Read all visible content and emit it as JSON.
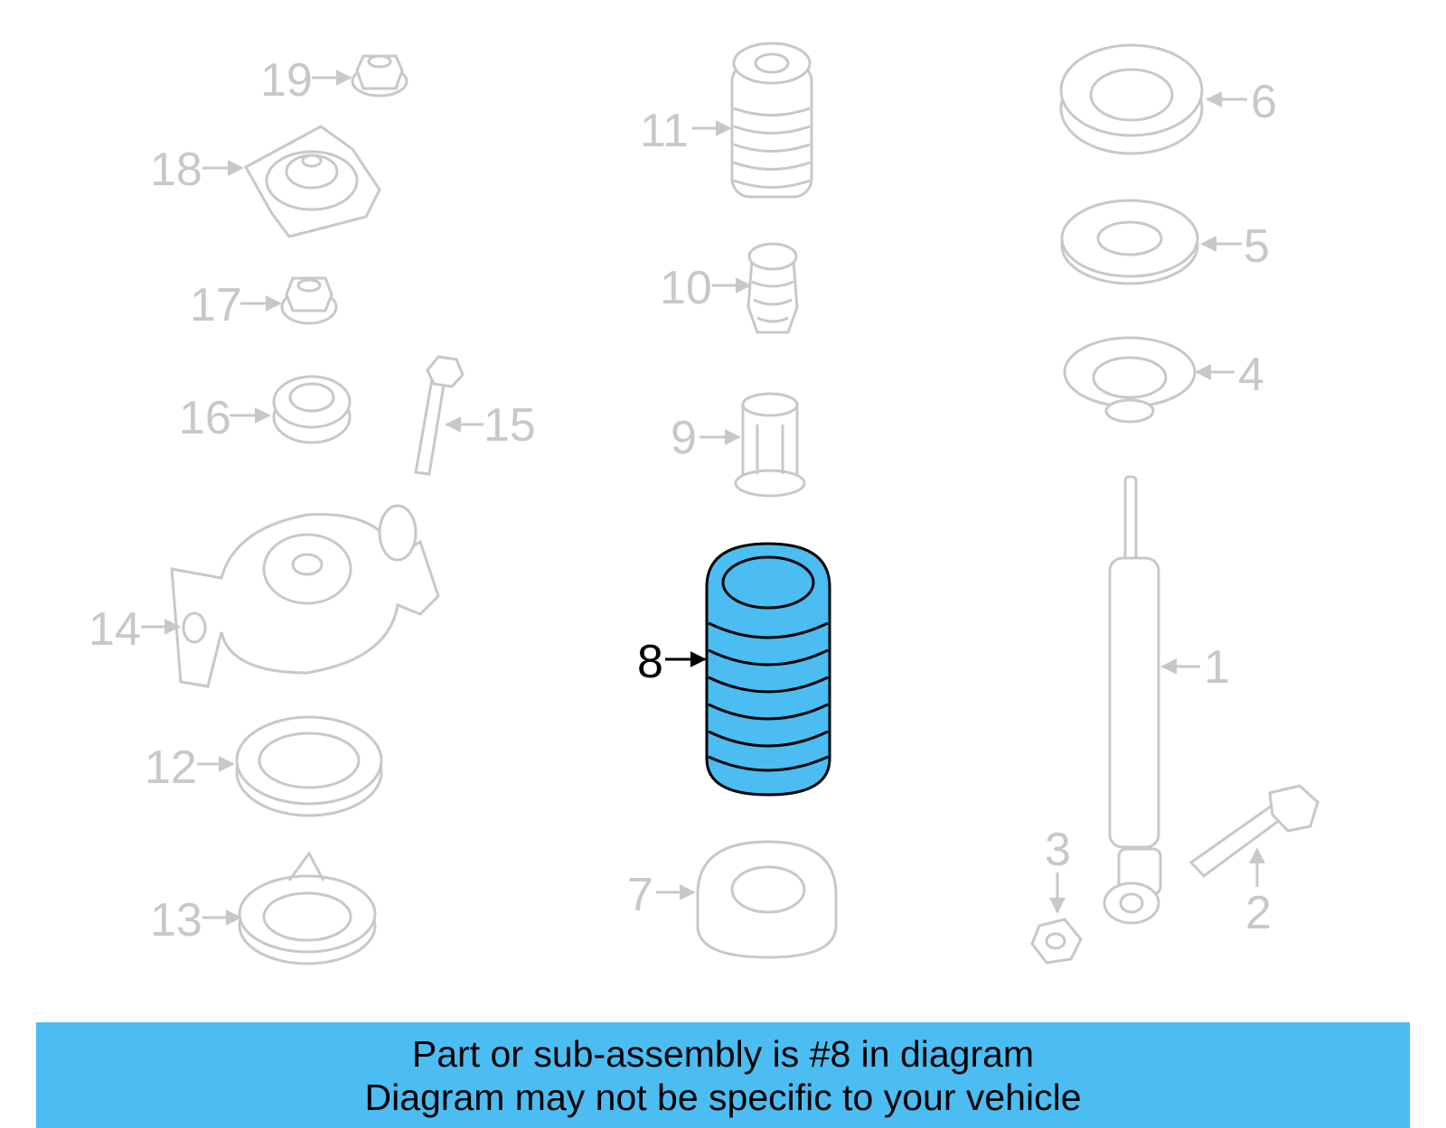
{
  "diagram": {
    "highlight_color": "#4bbdf2",
    "faded_color": "#c8c8c8",
    "active_part": "8",
    "callouts": {
      "c1": "1",
      "c2": "2",
      "c3": "3",
      "c4": "4",
      "c5": "5",
      "c6": "6",
      "c7": "7",
      "c8": "8",
      "c9": "9",
      "c10": "10",
      "c11": "11",
      "c12": "12",
      "c13": "13",
      "c14": "14",
      "c15": "15",
      "c16": "16",
      "c17": "17",
      "c18": "18",
      "c19": "19"
    }
  },
  "banner": {
    "line1": "Part or sub-assembly is #8 in diagram",
    "line2": "Diagram may not be specific to your vehicle"
  }
}
